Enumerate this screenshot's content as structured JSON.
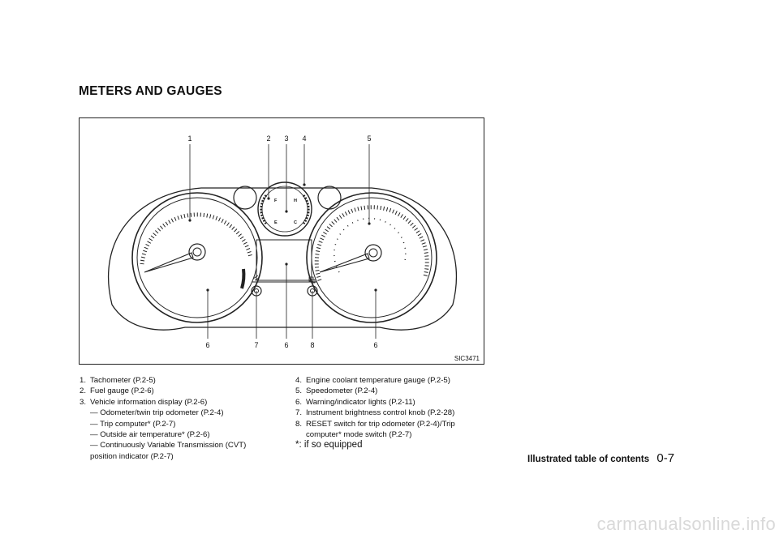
{
  "section_title": "METERS AND GAUGES",
  "figure": {
    "callouts_top": [
      "1",
      "2",
      "3",
      "4",
      "5"
    ],
    "callouts_bottom": [
      "6",
      "7",
      "6",
      "8",
      "6"
    ],
    "fuel_labels": [
      "F",
      "E"
    ],
    "temp_labels": [
      "H",
      "C"
    ],
    "figure_id": "SIC3471"
  },
  "legend_left": {
    "item1": {
      "num": "1.",
      "text": "Tachometer (P.2-5)"
    },
    "item2": {
      "num": "2.",
      "text": "Fuel gauge (P.2-6)"
    },
    "item3": {
      "num": "3.",
      "text": "Vehicle information display (P.2-6)"
    },
    "item3_subs": [
      "— Odometer/twin trip odometer (P.2-4)",
      "— Trip computer* (P.2-7)",
      "— Outside air temperature* (P.2-6)",
      "— Continuously Variable Transmission (CVT)"
    ],
    "item3_tail": "position indicator (P.2-7)"
  },
  "legend_right": {
    "item4": {
      "num": "4.",
      "text": "Engine coolant temperature gauge (P.2-5)"
    },
    "item5": {
      "num": "5.",
      "text": "Speedometer (P.2-4)"
    },
    "item6": {
      "num": "6.",
      "text": "Warning/indicator lights (P.2-11)"
    },
    "item7": {
      "num": "7.",
      "text": "Instrument brightness control knob (P.2-28)"
    },
    "item8": {
      "num": "8.",
      "text": "RESET switch for trip odometer (P.2-4)/Trip"
    },
    "item8_cont": "computer* mode switch (P.2-7)",
    "footnote": "*: if so equipped"
  },
  "footer": {
    "title": "Illustrated table of contents",
    "page": "0-7"
  },
  "watermark": "carmanualsonline.info"
}
